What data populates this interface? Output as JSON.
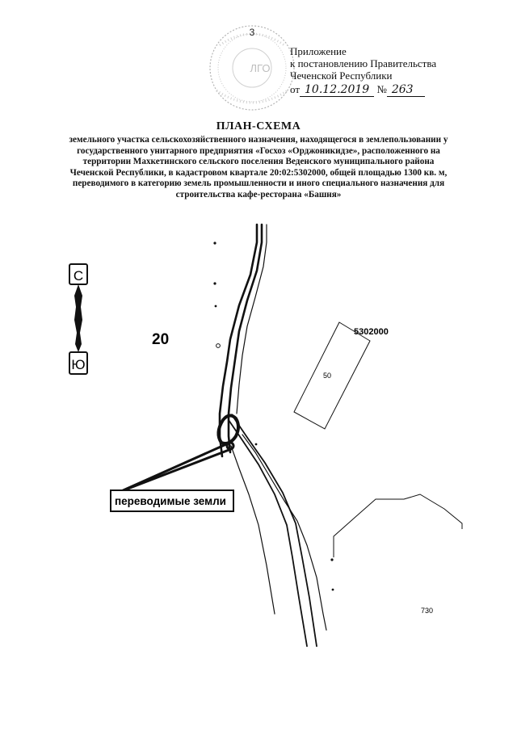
{
  "stamp": {
    "page_number": "3",
    "text": "ЛГО"
  },
  "appendix": {
    "line1": "Приложение",
    "line2": "к постановлению Правительства",
    "line3": "Чеченской Республики",
    "date_prefix": "от",
    "date": "10.12.2019",
    "number_prefix": "№",
    "number": "263"
  },
  "title": "ПЛАН-СХЕМА",
  "subtitle": "земельного участка сельскохозяйственного назначения, находящегося в землепользовании у государственного унитарного предприятия «Госхоз «Орджоникидзе», расположенного на территории Махкетинского сельского поселения Веденского муниципального района Чеченской Республики, в кадастровом квартале 20:02:5302000, общей площадью 1300 кв. м, переводимого в категорию земель промышленности и иного специального назначения для строительства кафе-ресторана «Башня»",
  "map": {
    "compass": {
      "north": "С",
      "south": "Ю"
    },
    "region_label": "20",
    "quarter_label": "5302000",
    "parcel_50_label": "50",
    "parcel_730_label": "730",
    "callout_label": "переводимые земли"
  }
}
